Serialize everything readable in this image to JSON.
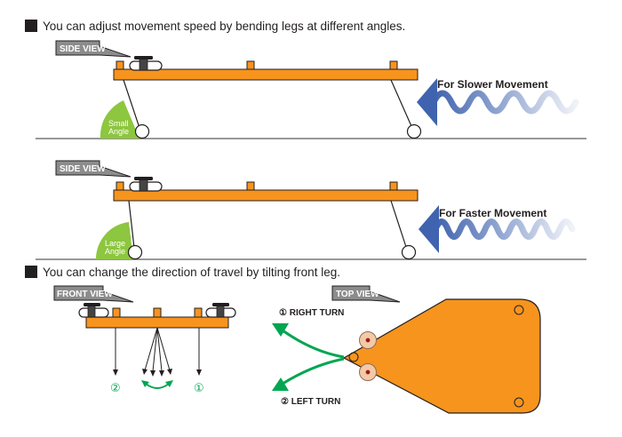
{
  "section1": {
    "heading": "You can adjust movement speed by bending legs at different angles."
  },
  "section2": {
    "heading": "You can change the direction of travel by tilting front leg."
  },
  "slow_panel": {
    "view_label": "SIDE VIEW",
    "angle_label_line1": "Small",
    "angle_label_line2": "Angle",
    "movement_label": "For Slower Movement"
  },
  "fast_panel": {
    "view_label": "SIDE VIEW",
    "angle_label_line1": "Large",
    "angle_label_line2": "Angle",
    "movement_label": "For Faster Movement"
  },
  "front_view": {
    "view_label": "FRONT VIEW",
    "marker_left": "②",
    "marker_right": "①"
  },
  "top_view": {
    "view_label": "TOP VIEW",
    "right_turn": "① RIGHT TURN",
    "left_turn": "② LEFT TURN"
  },
  "colors": {
    "body_orange": "#f7941d",
    "outline": "#231f20",
    "angle_green": "#8dc63f",
    "arrow_green": "#00a651",
    "wave_blue": "#3f63ae",
    "label_gray": "#8c8c8c"
  }
}
